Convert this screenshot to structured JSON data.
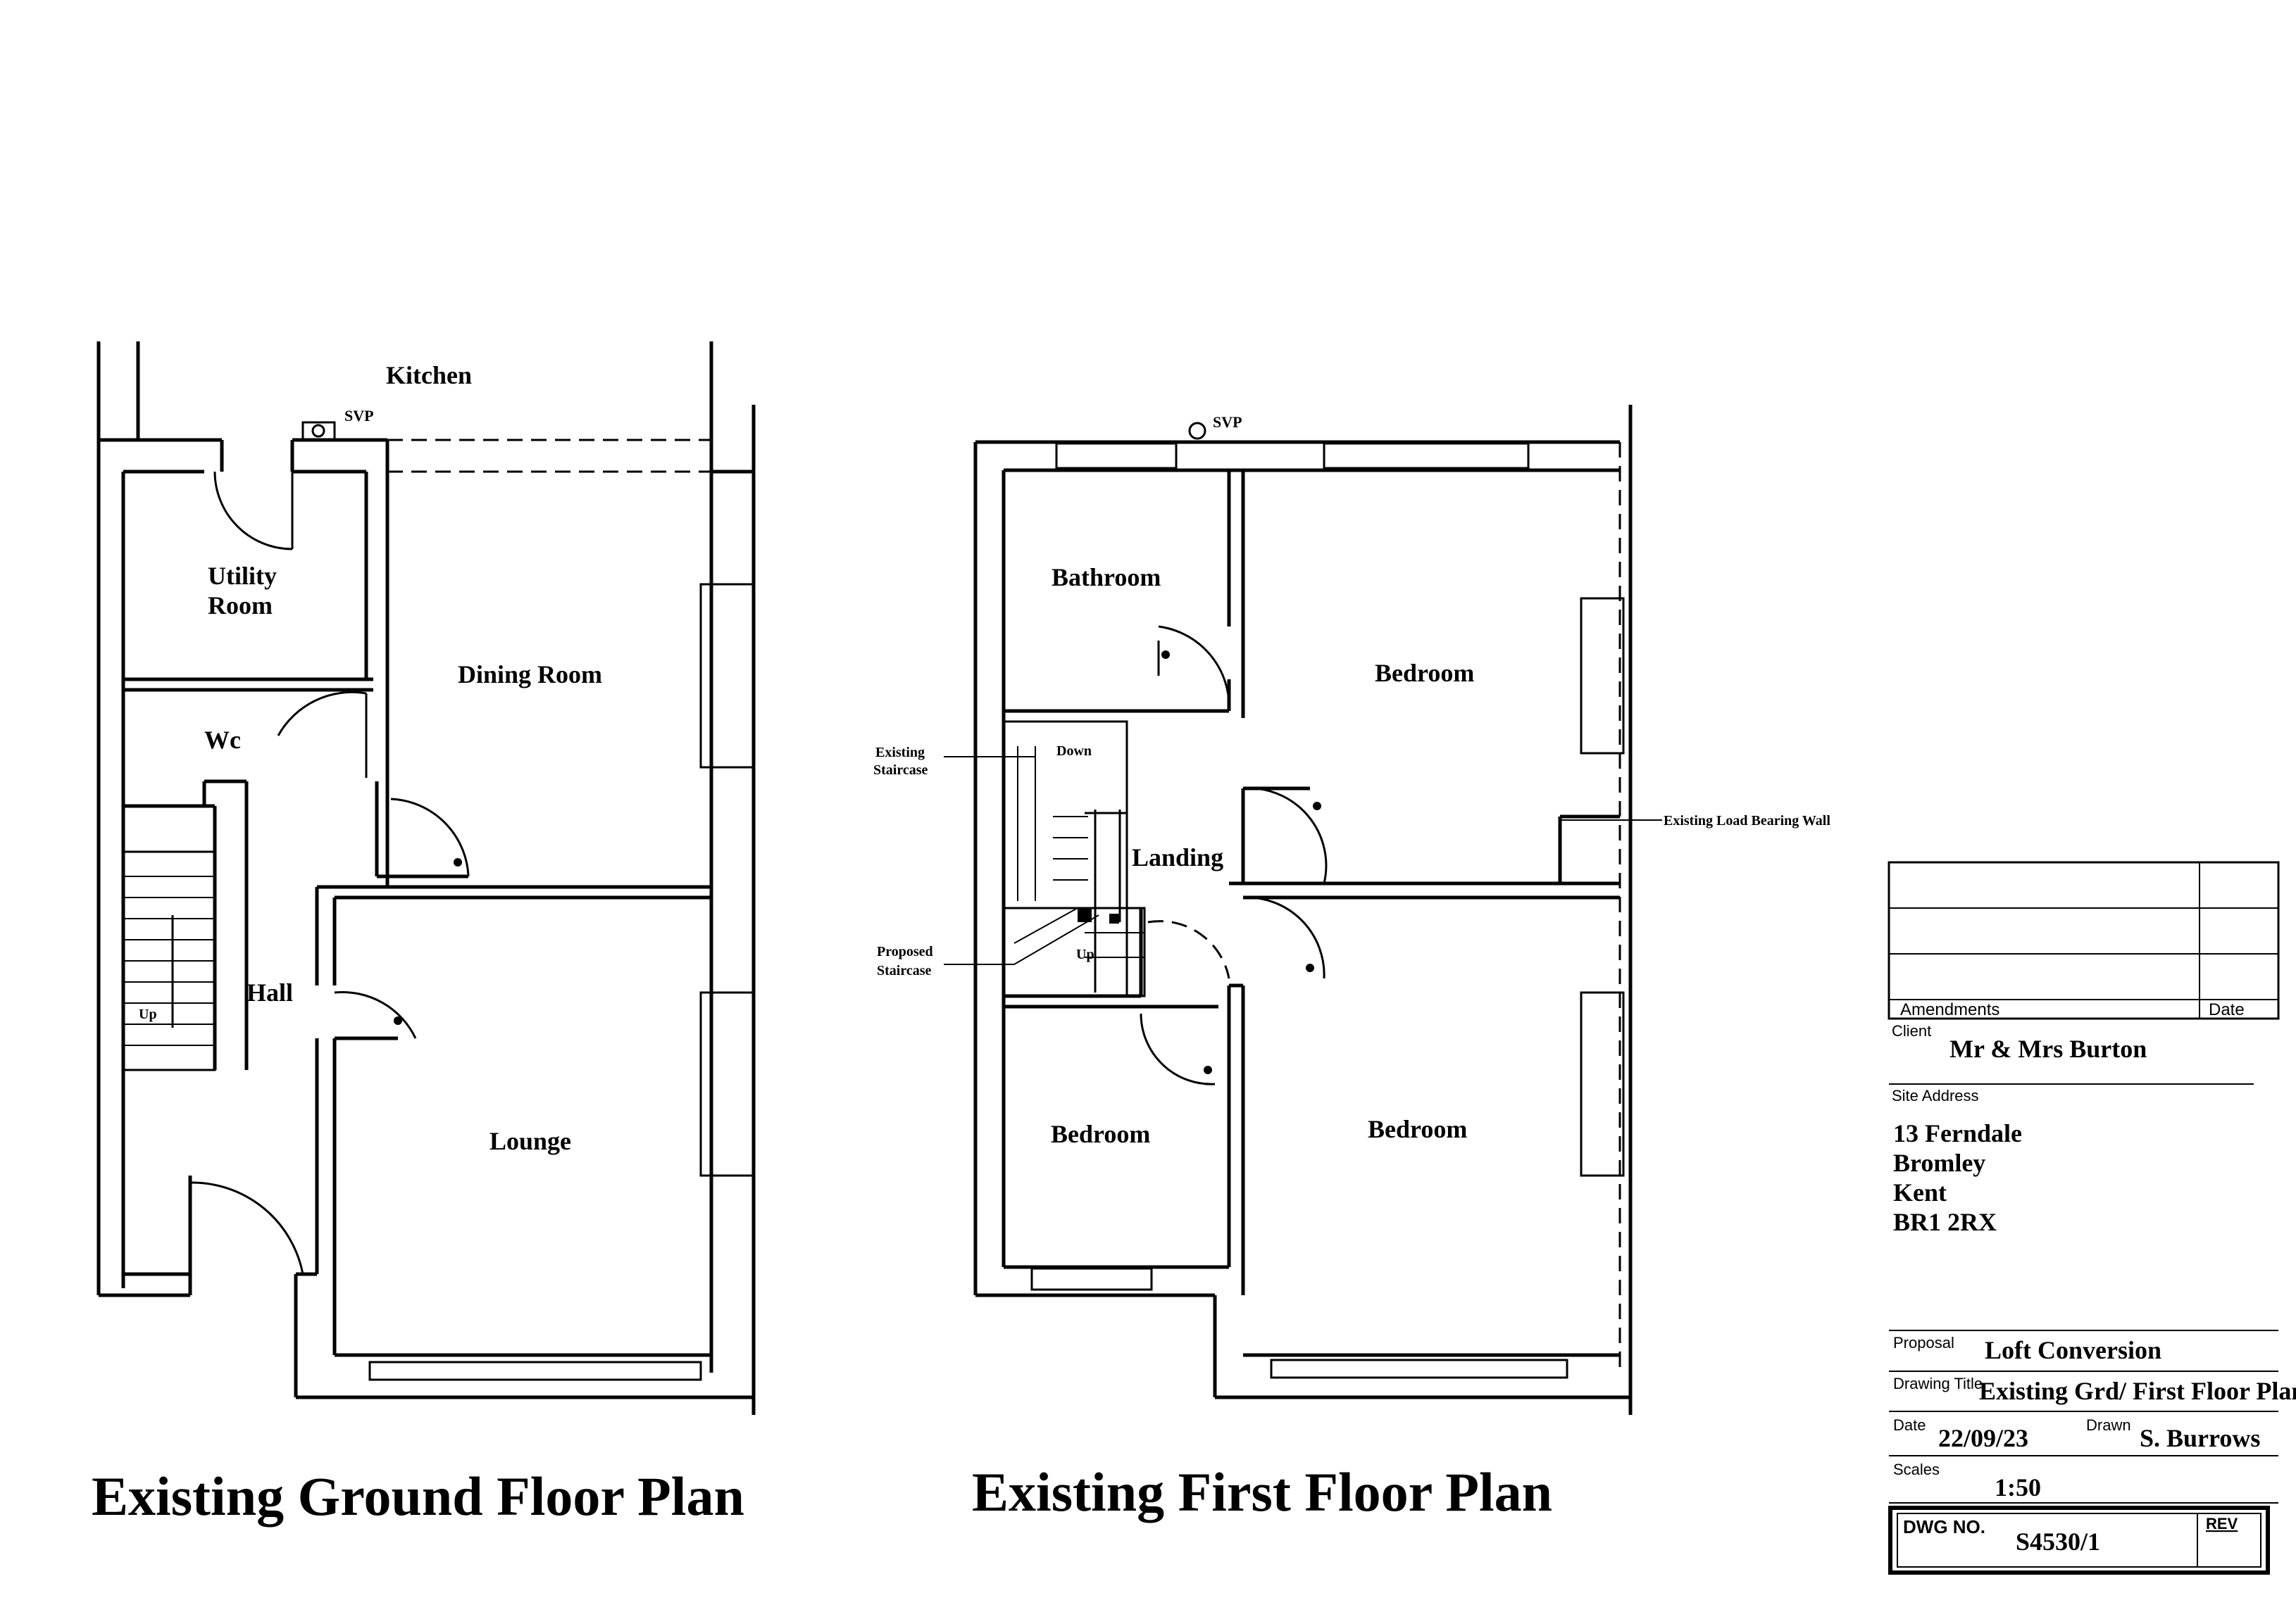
{
  "ground_floor": {
    "title": "Existing Ground Floor Plan",
    "rooms": {
      "kitchen": "Kitchen",
      "utility_line1": "Utility",
      "utility_line2": "Room",
      "dining": "Dining Room",
      "wc": "Wc",
      "hall": "Hall",
      "lounge": "Lounge",
      "stair_up": "Up"
    },
    "svp": "SVP"
  },
  "first_floor": {
    "title": "Existing First Floor Plan",
    "rooms": {
      "bathroom": "Bathroom",
      "bedroom_rear": "Bedroom",
      "landing": "Landing",
      "bedroom_small": "Bedroom",
      "bedroom_front": "Bedroom"
    },
    "svp": "SVP",
    "labels": {
      "existing_staircase_1": "Existing",
      "existing_staircase_2": "Staircase",
      "down": "Down",
      "proposed_staircase_1": "Proposed",
      "proposed_staircase_2": "Staircase",
      "up": "Up",
      "load_bearing": "Existing Load Bearing Wall"
    }
  },
  "title_block": {
    "amendments_label": "Amendments",
    "date_col_label": "Date",
    "client_label": "Client",
    "client": "Mr & Mrs Burton",
    "site_address_label": "Site Address",
    "address": [
      "13 Ferndale",
      "Bromley",
      "Kent",
      "BR1 2RX"
    ],
    "proposal_label": "Proposal",
    "proposal": "Loft Conversion",
    "drawing_title_label": "Drawing Title",
    "drawing_title": "Existing Grd/ First Floor Plan",
    "date_label": "Date",
    "date": "22/09/23",
    "drawn_label": "Drawn",
    "drawn": "S. Burrows",
    "scales_label": "Scales",
    "scale": "1:50",
    "dwg_no_label": "DWG NO.",
    "dwg_no": "S4530/1",
    "rev_label": "REV"
  }
}
